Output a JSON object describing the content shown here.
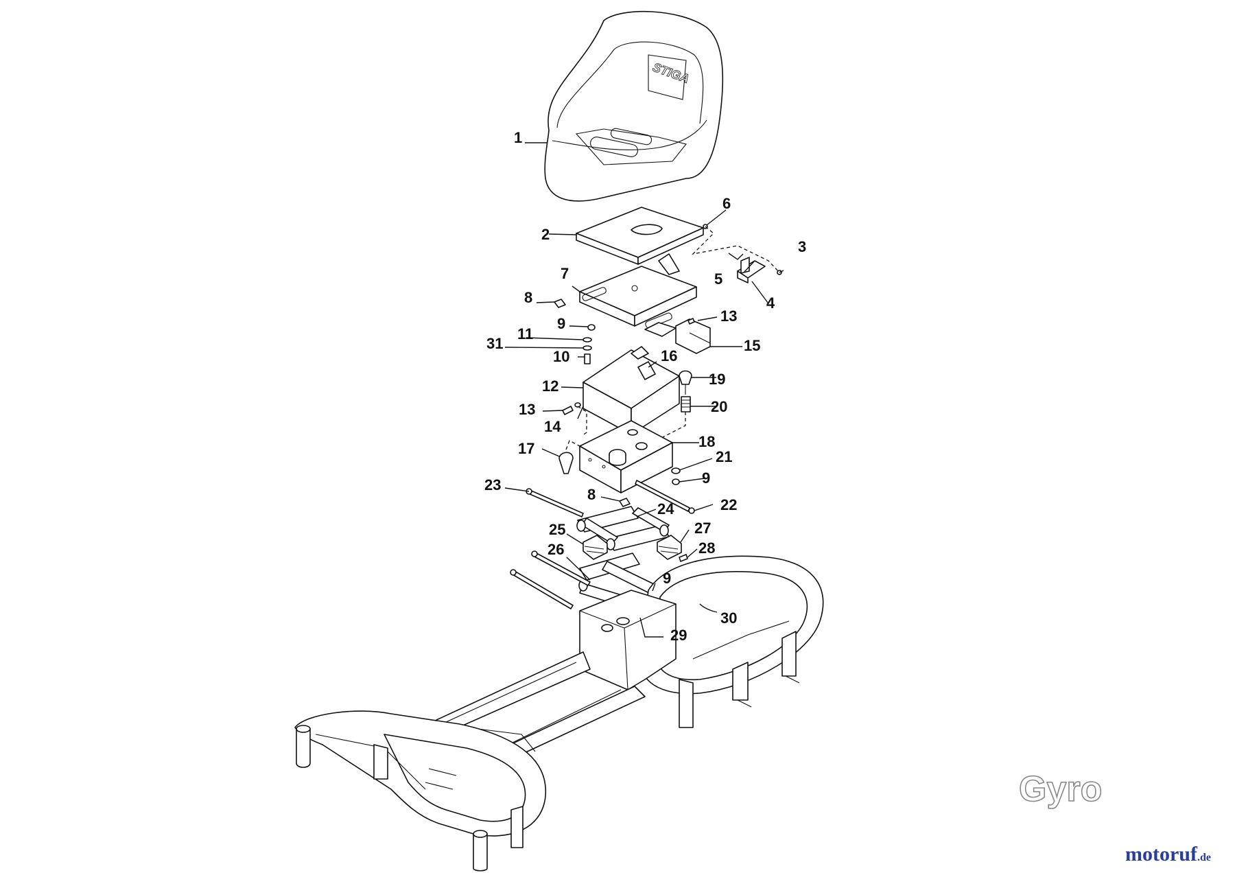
{
  "seat_logo": "STIGA",
  "model_name": "Gyro",
  "watermark": {
    "name": "motoruf",
    "suffix": ".de"
  },
  "callouts": [
    {
      "text": "1"
    },
    {
      "text": "2"
    },
    {
      "text": "3"
    },
    {
      "text": "4"
    },
    {
      "text": "5"
    },
    {
      "text": "6"
    },
    {
      "text": "7"
    },
    {
      "text": "8"
    },
    {
      "text": "9"
    },
    {
      "text": "11"
    },
    {
      "text": "31"
    },
    {
      "text": "10"
    },
    {
      "text": "13"
    },
    {
      "text": "15"
    },
    {
      "text": "16"
    },
    {
      "text": "12"
    },
    {
      "text": "19"
    },
    {
      "text": "13"
    },
    {
      "text": "20"
    },
    {
      "text": "14"
    },
    {
      "text": "18"
    },
    {
      "text": "17"
    },
    {
      "text": "21"
    },
    {
      "text": "9"
    },
    {
      "text": "23"
    },
    {
      "text": "8"
    },
    {
      "text": "22"
    },
    {
      "text": "24"
    },
    {
      "text": "25"
    },
    {
      "text": "27"
    },
    {
      "text": "26"
    },
    {
      "text": "28"
    },
    {
      "text": "9"
    },
    {
      "text": "30"
    },
    {
      "text": "29"
    }
  ]
}
